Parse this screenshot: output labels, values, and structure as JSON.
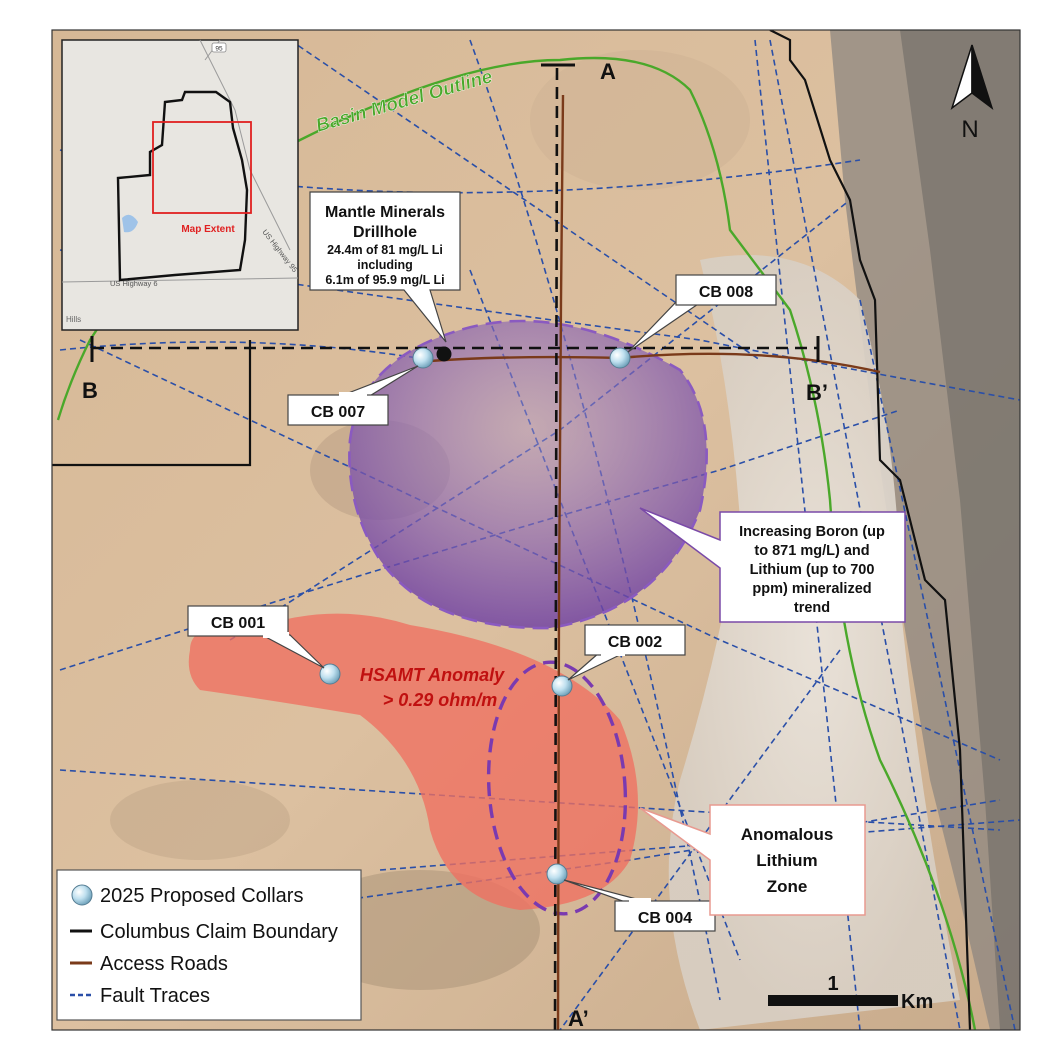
{
  "map": {
    "north_label": "N",
    "section_labels": {
      "a": "A",
      "a_prime": "A’",
      "b": "B",
      "b_prime": "B’"
    },
    "basin_label": "Basin Model Outline",
    "anomaly_label": {
      "line1": "HSAMT Anomaly",
      "line2": "> 0.29 ohm/m"
    },
    "drillhole": {
      "line1": "Mantle Minerals",
      "line2": "Drillhole",
      "line3": "24.4m of 81 mg/L Li",
      "line4": "including",
      "line5": "6.1m of 95.9 mg/L Li"
    },
    "collars": [
      {
        "label": "CB 008"
      },
      {
        "label": "CB 007"
      },
      {
        "label": "CB 001"
      },
      {
        "label": "CB 002"
      },
      {
        "label": "CB 004"
      }
    ],
    "boron_callout": {
      "line1": "Increasing Boron (up",
      "line2": "to 871 mg/L) and",
      "line3": "Lithium (up to 700",
      "line4": "ppm) mineralized",
      "line5": "trend"
    },
    "lithium_callout": {
      "line1": "Anomalous",
      "line2": "Lithium",
      "line3": "Zone"
    },
    "scale": {
      "value": "1",
      "unit": "Km"
    },
    "inset": {
      "extent_label": "Map Extent",
      "road_label_1": "US Highway 95",
      "road_label_2": "US Highway 6",
      "route_shield": "95",
      "place_label": "Hills"
    },
    "legend": {
      "items": [
        {
          "label": "2025 Proposed Collars"
        },
        {
          "label": "Columbus Claim Boundary"
        },
        {
          "label": "Access Roads"
        },
        {
          "label": "Fault Traces"
        }
      ]
    },
    "colors": {
      "claim_boundary": "#111111",
      "access_road": "#7a3a1a",
      "fault_trace": "#2a4fa8",
      "basin_outline": "#4aa82a",
      "hsamt_anomaly": "#f07060",
      "boron_trend": "#7a4aa8",
      "lithium_zone_outline": "#7a3ab0",
      "callout_border_purple": "#7a4aa8",
      "callout_border_pink": "#e89a90"
    }
  }
}
